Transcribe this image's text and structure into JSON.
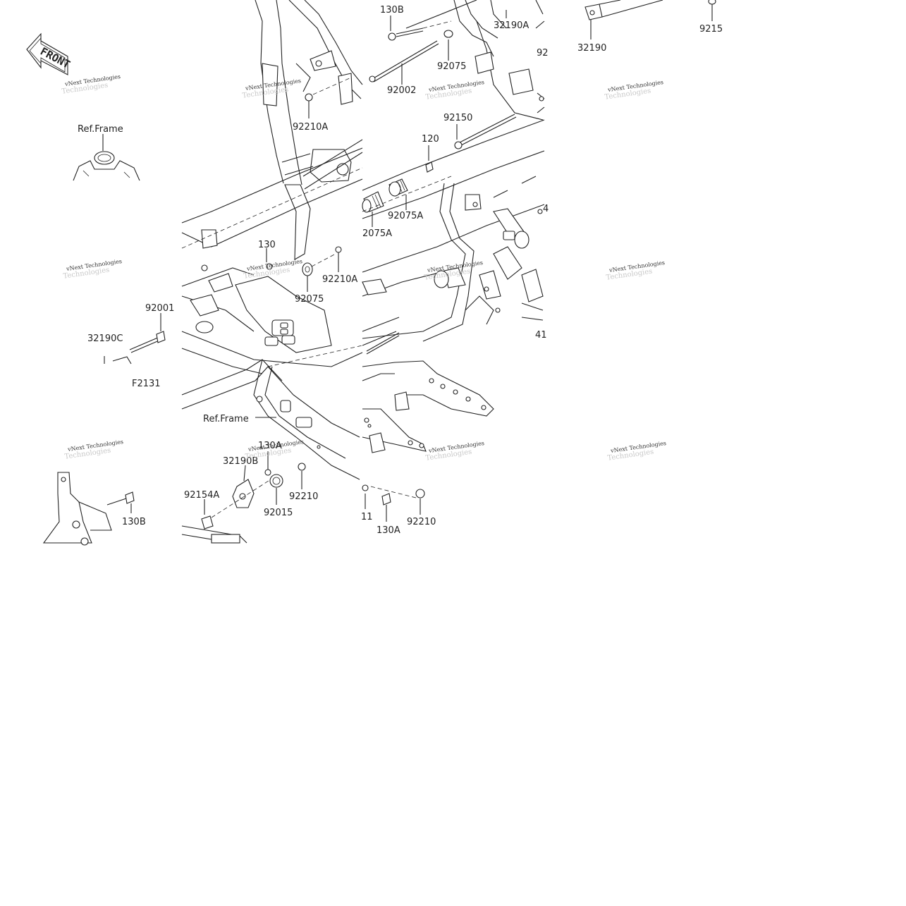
{
  "diagram": {
    "front_badge": "FRONT",
    "diagram_code": "F2131",
    "ref_labels": [
      "Ref.Frame",
      "Ref.Frame"
    ],
    "watermark": {
      "line1": "vNext Technologies",
      "line2": "Technologies"
    },
    "callouts": [
      "130B",
      "32190A",
      "92",
      "32190",
      "9215",
      "92075",
      "92002",
      "92210A",
      "92150",
      "120",
      "92075A",
      "2075A",
      "130",
      "92210A",
      "92075",
      "92001",
      "32190C",
      "4",
      "41",
      "130A",
      "32190B",
      "92154A",
      "92210",
      "92015",
      "11",
      "130A",
      "92210",
      "130B"
    ]
  }
}
